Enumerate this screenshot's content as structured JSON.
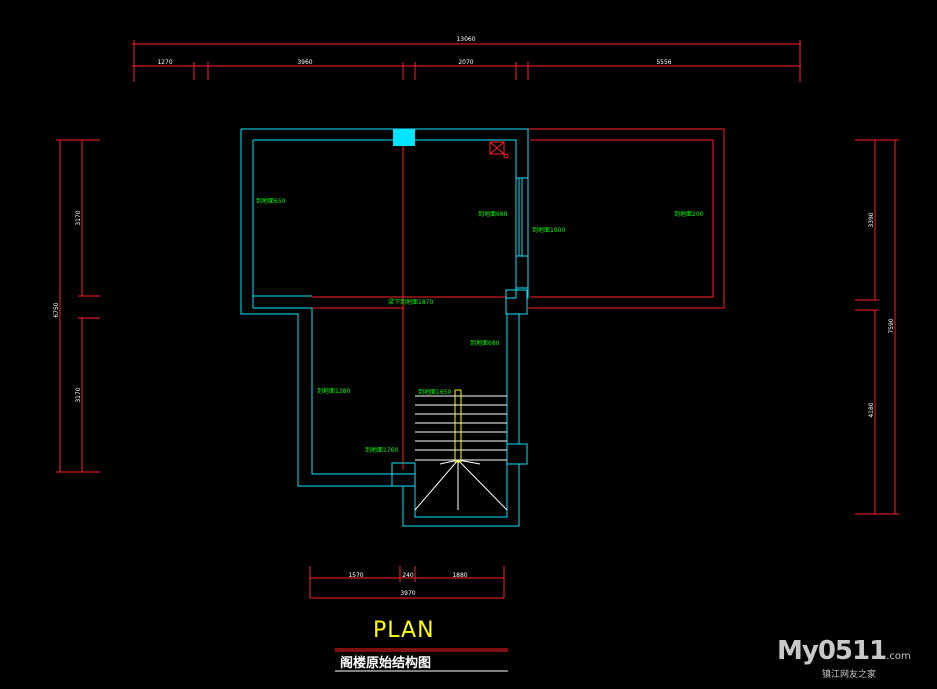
{
  "drawing": {
    "title": "PLAN",
    "subtitle": "阁楼原始结构图",
    "top_dims": {
      "overall": "13060",
      "segments": [
        "1270",
        "3960",
        "2070",
        "5556"
      ]
    },
    "bottom_dims": {
      "segments": [
        "1570",
        "240",
        "1880"
      ],
      "overall": "3970"
    },
    "left_dims": {
      "upper": "3170",
      "lower": "3170",
      "overall": "6750"
    },
    "right_dims": {
      "upper": "3390",
      "lower": "4180",
      "overall": "7590"
    },
    "notes": {
      "room_upper_left": "到地面650",
      "room_upper_mid": "到地面680",
      "room_right_wall": "到地面1900",
      "room_right": "到地面200",
      "beam": "梁下到地面1870",
      "stair_top": "到地面680",
      "room_lower_left": "到地面1280",
      "stair_mid": "到地面1650",
      "room_lower_bottom": "到地面1760"
    },
    "colors": {
      "walls": "#00e5ff",
      "dims": "#ff2020",
      "beam": "#ff2020",
      "notes": "#00ff00",
      "stair": "#ffff00",
      "title": "#ffff00"
    }
  },
  "watermark": {
    "brand": "My0511",
    "domain": ".com",
    "tagline": "镇江网友之家"
  }
}
